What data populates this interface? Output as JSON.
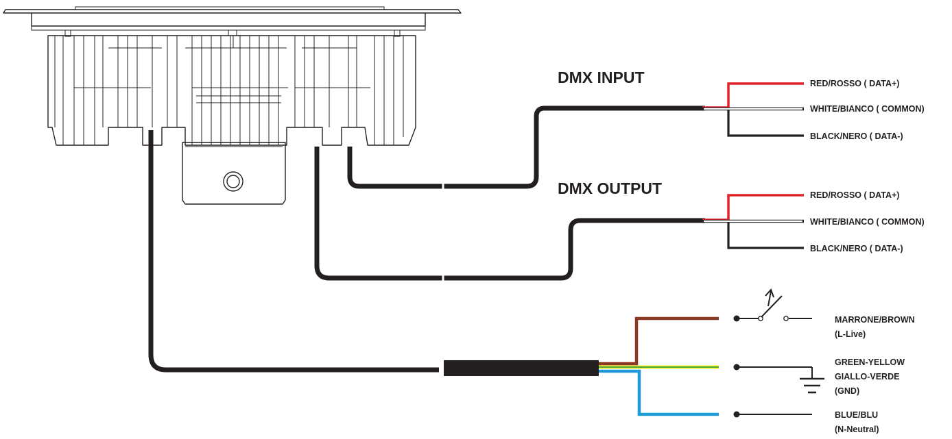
{
  "dmx_input": {
    "title": "DMX INPUT",
    "wires": [
      {
        "label": "RED/ROSSO ( DATA+)",
        "color": "#e0232a"
      },
      {
        "label": "WHITE/BIANCO ( COMMON)",
        "color": "#ffffff"
      },
      {
        "label": "BLACK/NERO ( DATA-)",
        "color": "#231f20"
      }
    ]
  },
  "dmx_output": {
    "title": "DMX OUTPUT",
    "wires": [
      {
        "label": "RED/ROSSO ( DATA+)",
        "color": "#e0232a"
      },
      {
        "label": "WHITE/BIANCO ( COMMON)",
        "color": "#ffffff"
      },
      {
        "label": "BLACK/NERO ( DATA-)",
        "color": "#231f20"
      }
    ]
  },
  "power": {
    "live": {
      "line1": "MARRONE/BROWN",
      "line2": "(L-Live)",
      "color": "#8b3a22"
    },
    "ground": {
      "line1": "GREEN-YELLOW",
      "line2": "GIALLO-VERDE",
      "line3": "(GND)",
      "color_green": "#2e9e45",
      "color_yellow": "#f2ea1f"
    },
    "neutral": {
      "line1": "BLUE/BLU",
      "line2": "(N-Neutral)",
      "color": "#1f9ad6"
    }
  },
  "cable_color": "#231f20"
}
